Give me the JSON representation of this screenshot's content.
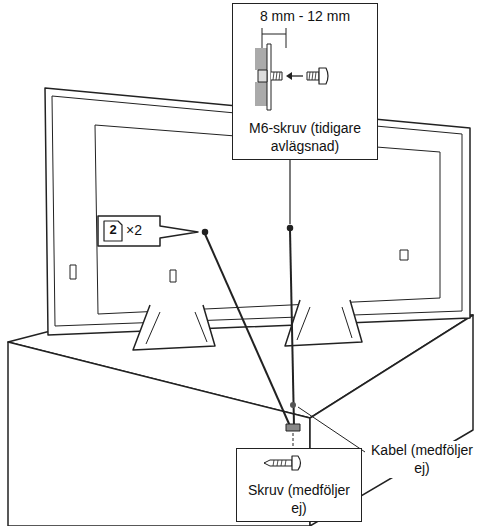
{
  "diagram": {
    "nodes": [
      {
        "text": [
          "8 mm - 12 mm",
          "M6-skruv (tidigare avlägsnad)"
        ]
      },
      {
        "text": [
          "Skruv (medföljer ej)"
        ]
      }
    ],
    "labels": [
      "2",
      "×2",
      "Kabel (medföljer ej)"
    ]
  }
}
